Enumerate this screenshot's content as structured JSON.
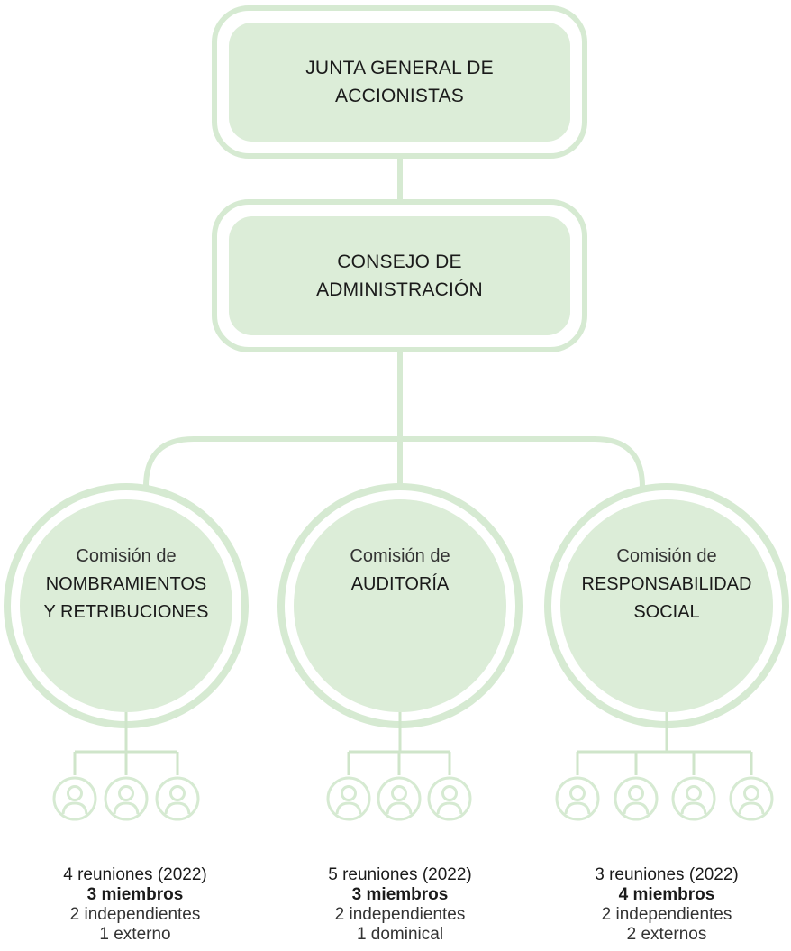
{
  "colors": {
    "fill": "#dcedd8",
    "stroke": "#d6ead2",
    "line": "#cfe5ca",
    "text": "#1a1a1a"
  },
  "top_box": {
    "line1": "JUNTA GENERAL DE",
    "line2": "ACCIONISTAS"
  },
  "second_box": {
    "line1": "CONSEJO DE",
    "line2": "ADMINISTRACIÓN"
  },
  "committees": [
    {
      "prefix": "Comisión de",
      "name_line1": "NOMBRAMIENTOS",
      "name_line2": "Y RETRIBUCIONES",
      "member_icons": 3,
      "meetings": "4 reuniones (2022)",
      "members": "3 miembros",
      "detail1": "2 independientes",
      "detail2": "1 externo"
    },
    {
      "prefix": "Comisión de",
      "name_line1": "AUDITORÍA",
      "name_line2": "",
      "member_icons": 3,
      "meetings": "5 reuniones (2022)",
      "members": "3 miembros",
      "detail1": "2 independientes",
      "detail2": "1 dominical"
    },
    {
      "prefix": "Comisión de",
      "name_line1": "RESPONSABILIDAD",
      "name_line2": "SOCIAL",
      "member_icons": 4,
      "meetings": "3 reuniones (2022)",
      "members": "4 miembros",
      "detail1": "2 independientes",
      "detail2": "2 externos"
    }
  ],
  "icons": {
    "member": "user-circle-icon"
  }
}
